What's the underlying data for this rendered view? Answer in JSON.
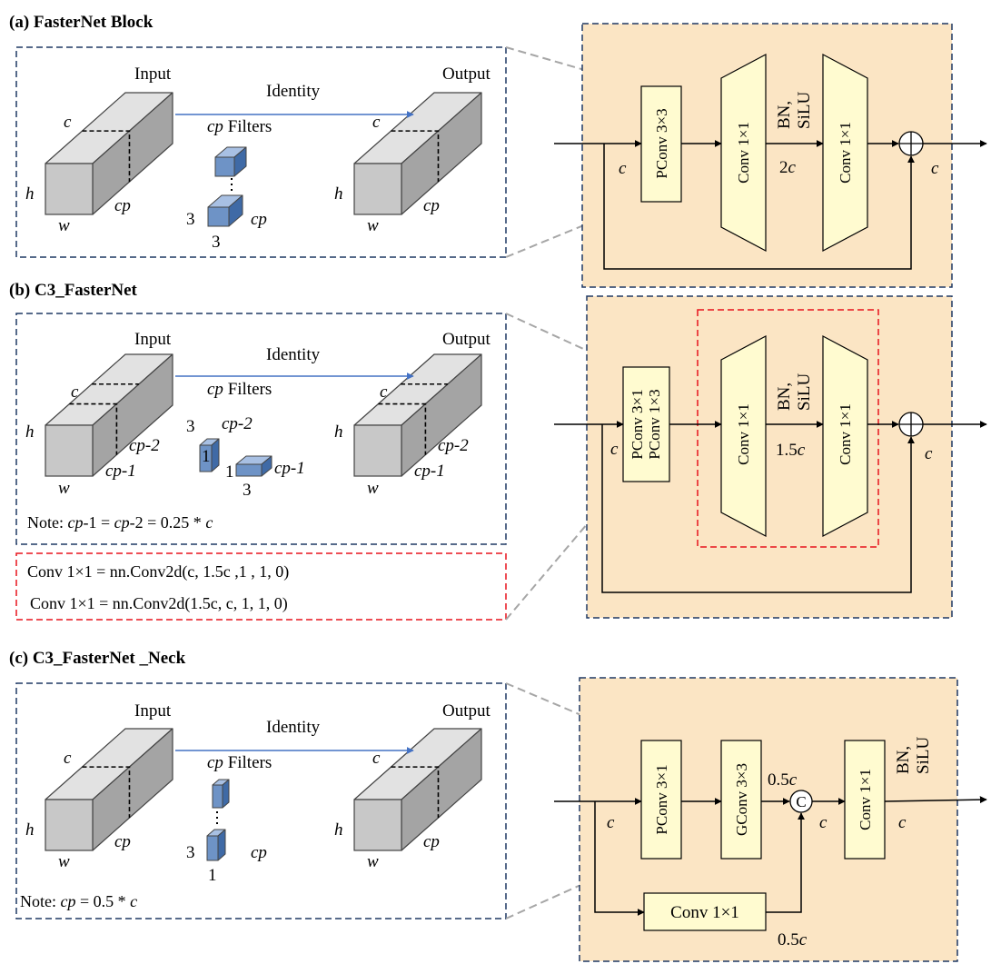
{
  "colors": {
    "panel_fill": "#fbe5c4",
    "module_fill": "#fffbd0",
    "box_border": "#1f3864",
    "highlight_border": "#e8131d",
    "filter_front": "#6e93c6",
    "filter_top": "#a8c0e3",
    "filter_side": "#3f6aa6",
    "identity_arrow": "#4472c4",
    "cube_front": "#c8c8c8",
    "cube_top": "#e2e2e2",
    "cube_side": "#a4a4a4",
    "connector": "#a6a6a6"
  },
  "a": {
    "title": "(a) FasterNet Block",
    "input": "Input",
    "output": "Output",
    "identity": "Identity",
    "filters_cp": "cp",
    "filters_word": " Filters",
    "c": "c",
    "h": "h",
    "w": "w",
    "cp": "cp",
    "k3a": "3",
    "k3b": "3",
    "pconv": "PConv 3×3",
    "conv1": "Conv 1×1",
    "conv2": "Conv 1×1",
    "bn": "BN,",
    "silu": "SiLU",
    "mid_num": "2",
    "mid_c": "c",
    "in_c": "c",
    "out_c": "c"
  },
  "b": {
    "title": "(b) C3_FasterNet",
    "input": "Input",
    "output": "Output",
    "identity": "Identity",
    "filters_cp": "cp",
    "filters_word": " Filters",
    "c": "c",
    "h": "h",
    "w": "w",
    "cp2": "cp-2",
    "cp1": "cp-1",
    "k3": "3",
    "k1a": "1",
    "k1b": "1",
    "k3b": "3",
    "note_prefix": "Note: ",
    "note_cp1": "cp",
    "note_mid1": "-1 = ",
    "note_cp2": "cp",
    "note_rest": "-2 = 0.25 * ",
    "note_c": "c",
    "code1": "Conv 1×1 = nn.Conv2d(c, 1.5c ,1 , 1, 0)",
    "code2": "Conv 1×1 = nn.Conv2d(1.5c, c, 1, 1, 0)",
    "pconv_a": "PConv 3×1",
    "pconv_b": "PConv 1×3",
    "conv1": "Conv 1×1",
    "conv2": "Conv 1×1",
    "bn": "BN,",
    "silu": "SiLU",
    "mid_num": "1.5",
    "mid_c": "c",
    "in_c": "c",
    "out_c": "c"
  },
  "c": {
    "title": "(c) C3_FasterNet _Neck",
    "input": "Input",
    "output": "Output",
    "identity": "Identity",
    "filters_cp": "cp",
    "filters_word": " Filters",
    "c": "c",
    "h": "h",
    "w": "w",
    "cp": "cp",
    "k3": "3",
    "k1": "1",
    "note_prefix": "Note: ",
    "note_cp": "cp",
    "note_rest": " = 0.5 * ",
    "note_c": "c",
    "pconv": "PConv 3×1",
    "gconv": "GConv 3×3",
    "conv_out": "Conv 1×1",
    "conv_branch": "Conv 1×1",
    "concat": "C",
    "bn": "BN,",
    "silu": "SiLU",
    "half_top_num": "0.5",
    "half_top_c": "c",
    "half_bot_num": "0.5",
    "half_bot_c": "c",
    "in_c": "c",
    "concat_c": "c",
    "out_c": "c"
  }
}
